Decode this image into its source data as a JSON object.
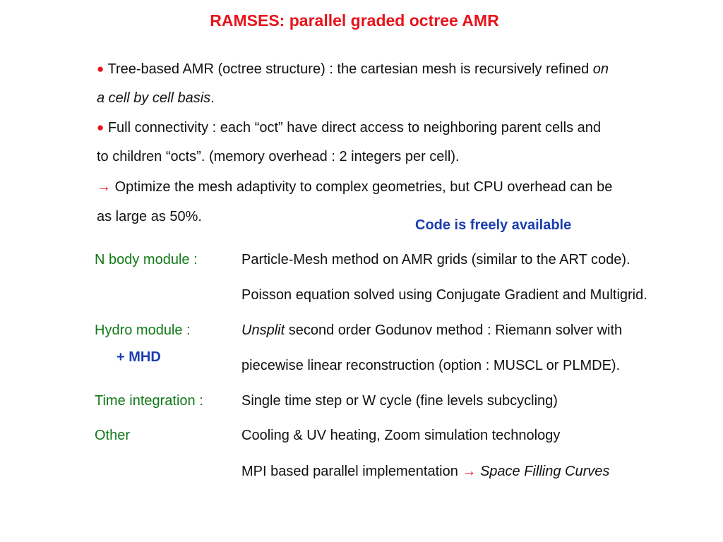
{
  "title": "RAMSES: parallel graded octree AMR",
  "colors": {
    "accent_red": "#e8141b",
    "label_green": "#0f7a16",
    "highlight_blue": "#1b3fb0"
  },
  "bullets": {
    "b1": {
      "marker": "●",
      "line1_text": "Tree-based AMR (octree structure) : the cartesian mesh is recursively refined ",
      "line1_italic": "on",
      "line2_italic": "a cell by cell basis",
      "line2_end": "."
    },
    "b2": {
      "marker": "●",
      "line1": "Full connectivity : each “oct” have direct access to neighboring parent cells and",
      "line2": "to children “octs”. (memory overhead : 2 integers per cell)."
    },
    "b3": {
      "arrow": "→",
      "line1": "Optimize the mesh adaptivity to complex geometries, but CPU overhead can be",
      "line2": "as large as 50%."
    }
  },
  "note": "Code is freely available",
  "modules": {
    "nbody": {
      "label": "N body module :",
      "desc1": "Particle-Mesh method on AMR grids (similar to the ART code).",
      "desc2": "Poisson equation solved using Conjugate Gradient and Multigrid."
    },
    "hydro": {
      "label": "Hydro module :",
      "extra": "+ MHD",
      "desc1_italic": "Unsplit",
      "desc1_rest": " second order Godunov method : Riemann solver with",
      "desc2": "piecewise linear reconstruction (option : MUSCL or PLMDE)."
    },
    "time": {
      "label": "Time integration :",
      "desc": "Single time step or W cycle (fine levels subcycling)"
    },
    "other": {
      "label": "Other",
      "desc1": "Cooling & UV heating, Zoom simulation technology",
      "desc2_text": "MPI based parallel implementation ",
      "desc2_arrow": "→",
      "desc2_italic": "Space Filling Curves"
    }
  }
}
